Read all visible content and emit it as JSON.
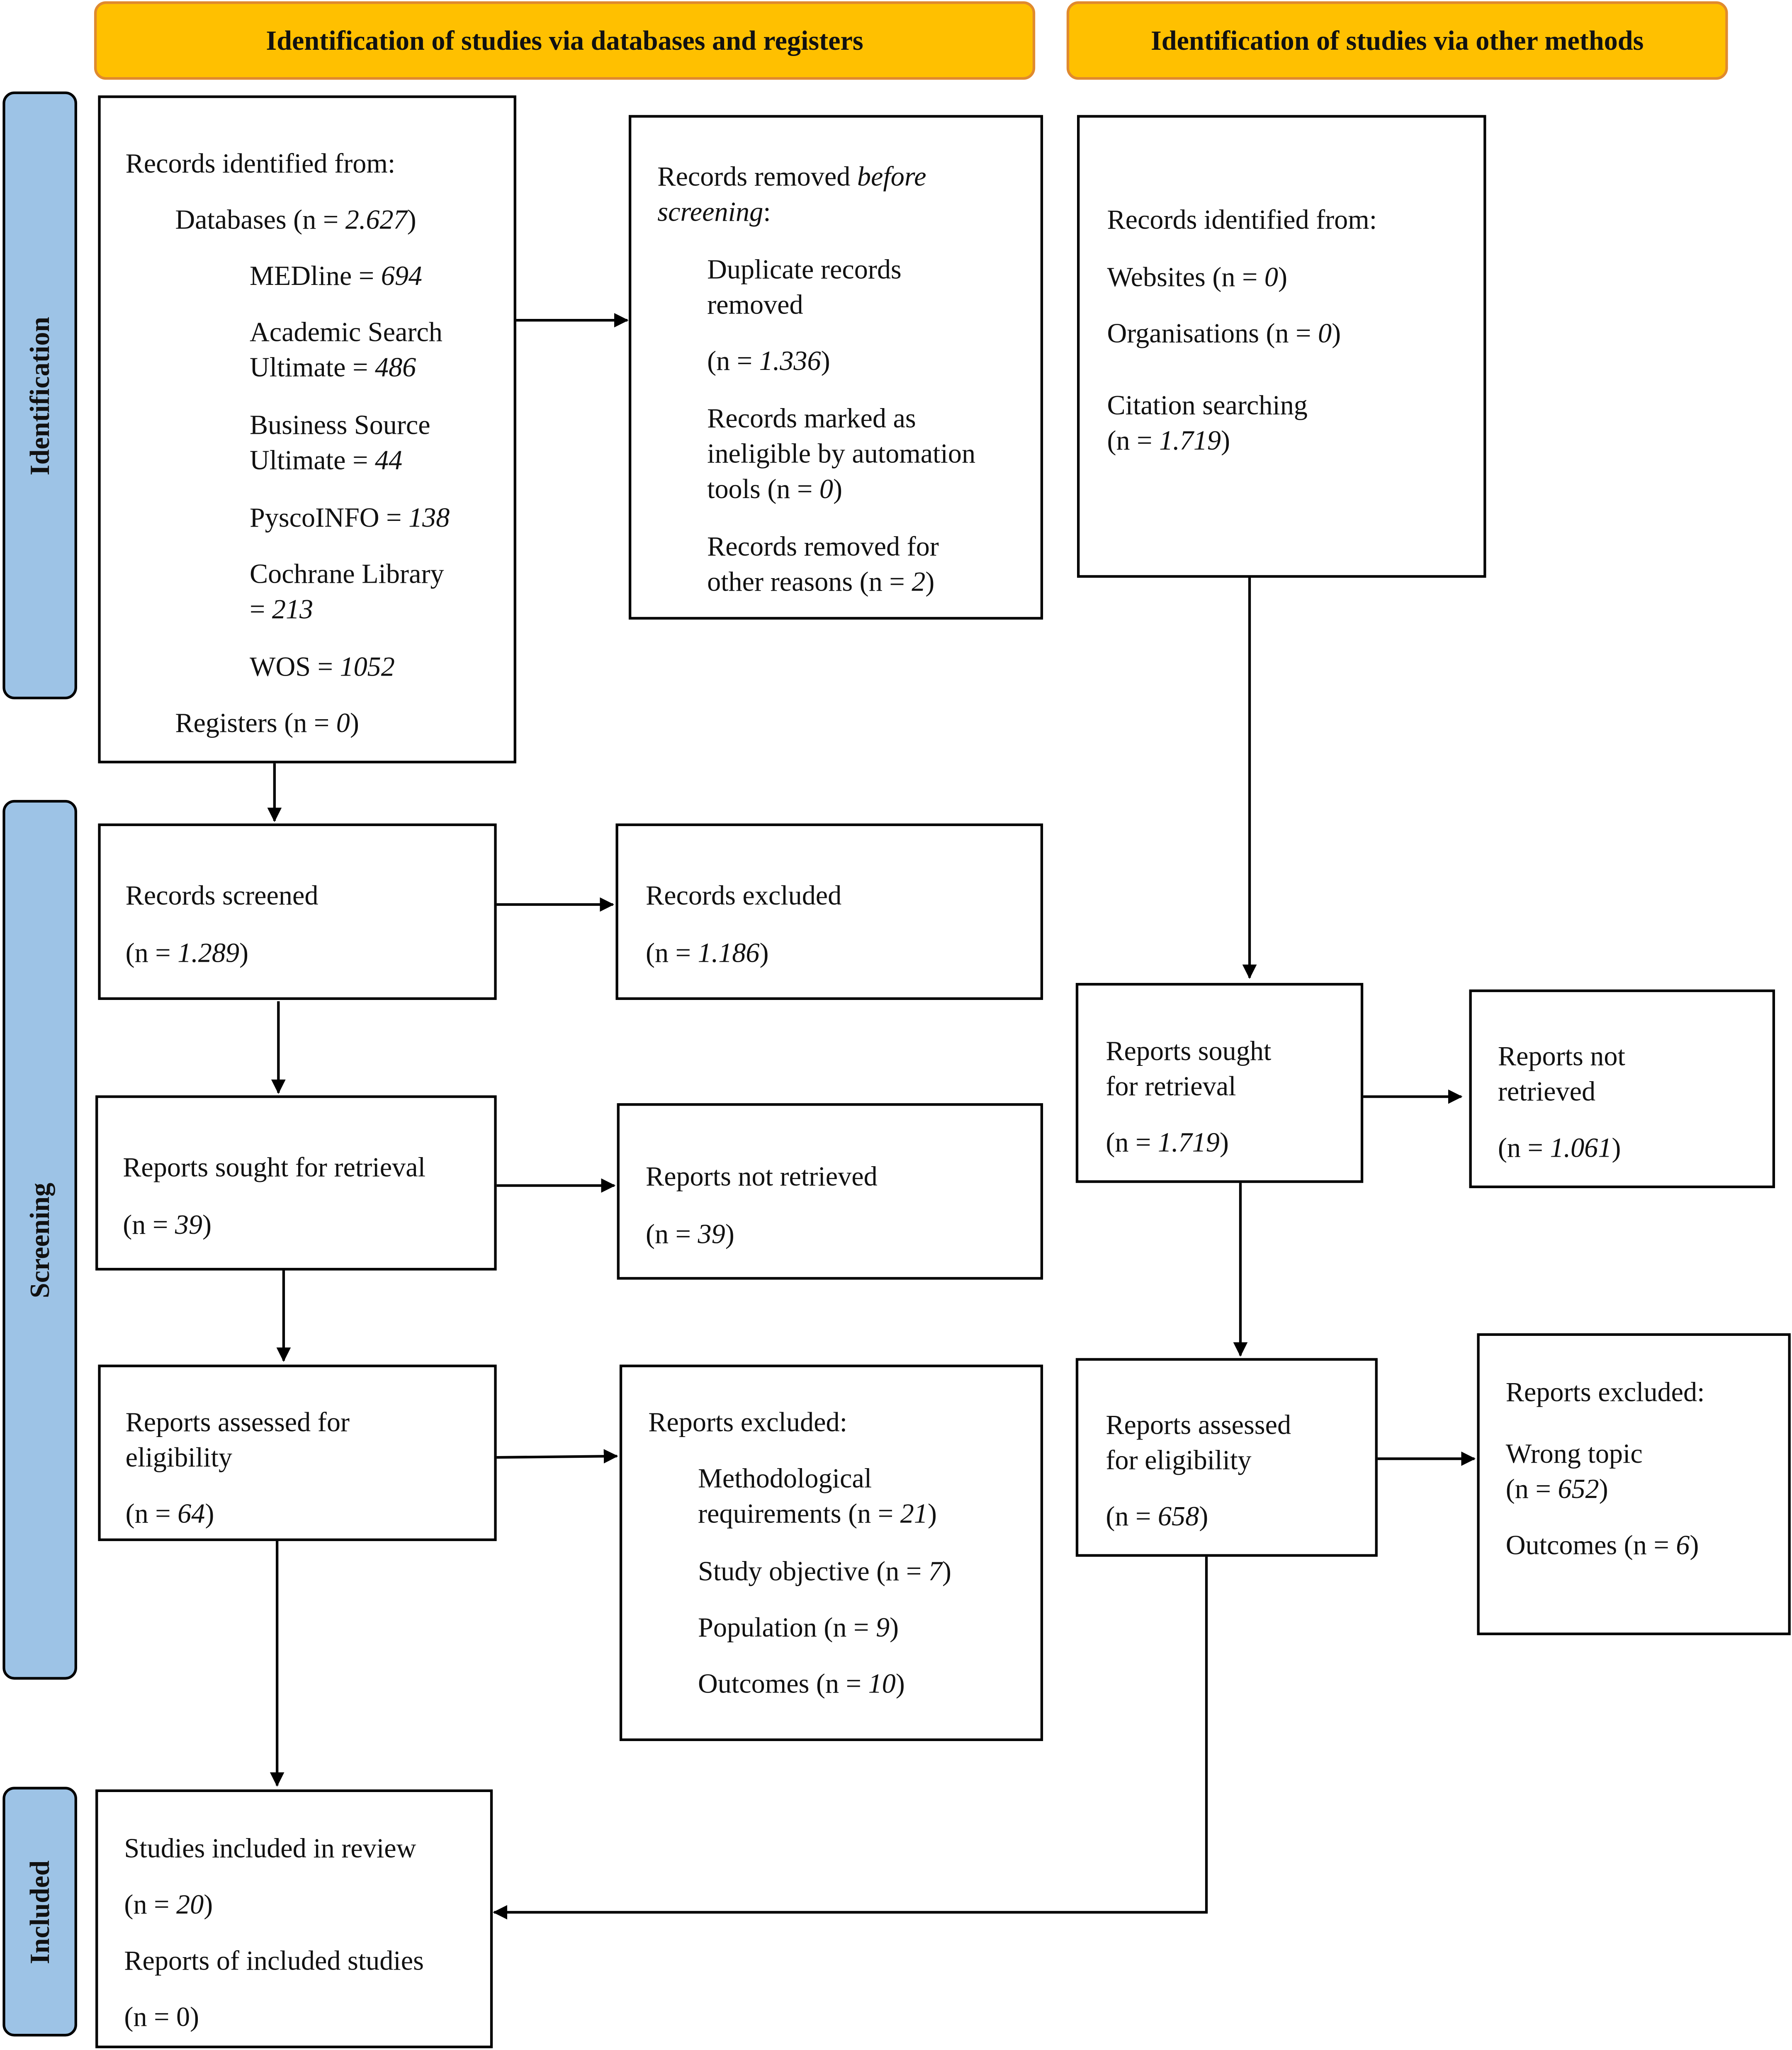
{
  "headers": {
    "databases": "Identification of studies via databases and registers",
    "other": "Identification of studies via other methods"
  },
  "phases": {
    "identification": "Identification",
    "screening": "Screening",
    "included": "Included"
  },
  "db_identification": {
    "title": "Records identified from:",
    "databases_label": "Databases (n = ",
    "databases_n": "2.627",
    "medline_label": "MEDline = ",
    "medline_n": "694",
    "academic_line1": "Academic Search",
    "academic_label": "Ultimate = ",
    "academic_n": "486",
    "business_line1": "Business Source",
    "business_label": "Ultimate = ",
    "business_n": "44",
    "psyco_label": "PyscoINFO = ",
    "psyco_n": "138",
    "cochrane_line1": "Cochrane Library",
    "cochrane_label": "= ",
    "cochrane_n": "213",
    "wos_label": "WOS = ",
    "wos_n": "1052",
    "registers_label": "Registers (n = ",
    "registers_n": "0"
  },
  "removed_before": {
    "title_a": "Records removed ",
    "title_b": "before",
    "title_c": "screening",
    "title_d": ":",
    "dup_line1": "Duplicate records",
    "dup_line2": "removed",
    "dup_label": "(n = ",
    "dup_n": "1.336",
    "inel_line1": "Records marked as",
    "inel_line2": "ineligible by automation",
    "inel_label": "tools (n = ",
    "inel_n": "0",
    "other_line1": "Records removed for",
    "other_label": "other reasons (n = ",
    "other_n": "2"
  },
  "other_identification": {
    "title": "Records identified from:",
    "websites_label": "Websites (n = ",
    "websites_n": "0",
    "orgs_label": "Organisations (n = ",
    "orgs_n": "0",
    "citation_line1": "Citation searching",
    "citation_label": "(n = ",
    "citation_n": "1.719"
  },
  "records_screened": {
    "label": "Records screened",
    "n_label": "(n = ",
    "n": "1.289"
  },
  "records_excluded": {
    "label": "Records excluded",
    "n_label": "(n = ",
    "n": "1.186"
  },
  "reports_sought_db": {
    "label": "Reports sought for retrieval",
    "n_label": "(n = ",
    "n": "39"
  },
  "reports_not_retrieved_db": {
    "label": "Reports not retrieved",
    "n_label": "(n = ",
    "n": "39"
  },
  "reports_assessed_db": {
    "line1": "Reports assessed for",
    "line2": "eligibility",
    "n_label": "(n = ",
    "n": "64"
  },
  "reports_excluded_db": {
    "title": "Reports excluded:",
    "method_line1": "Methodological",
    "method_label": "requirements (n = ",
    "method_n": "21",
    "objective_label": "Study objective (n = ",
    "objective_n": "7",
    "population_label": "Population (n = ",
    "population_n": "9",
    "outcomes_label": "Outcomes (n = ",
    "outcomes_n": "10"
  },
  "reports_sought_other": {
    "line1": "Reports sought",
    "line2": "for retrieval",
    "n_label": "(n = ",
    "n": "1.719"
  },
  "reports_not_retrieved_other": {
    "line1": "Reports not",
    "line2": "retrieved",
    "n_label": "(n = ",
    "n": "1.061"
  },
  "reports_assessed_other": {
    "line1": "Reports assessed",
    "line2": "for eligibility",
    "n_label": "(n = ",
    "n": "658"
  },
  "reports_excluded_other": {
    "title": "Reports excluded:",
    "wrong_line1": "Wrong topic",
    "wrong_label": "(n = ",
    "wrong_n": "652",
    "outcomes_label": "Outcomes (n = ",
    "outcomes_n": "6"
  },
  "included": {
    "studies_label": "Studies included in review",
    "studies_n_label": "(n = ",
    "studies_n": "20",
    "reports_label": "Reports of included studies",
    "reports_n_text": "(n = 0)"
  },
  "close_paren": ")"
}
